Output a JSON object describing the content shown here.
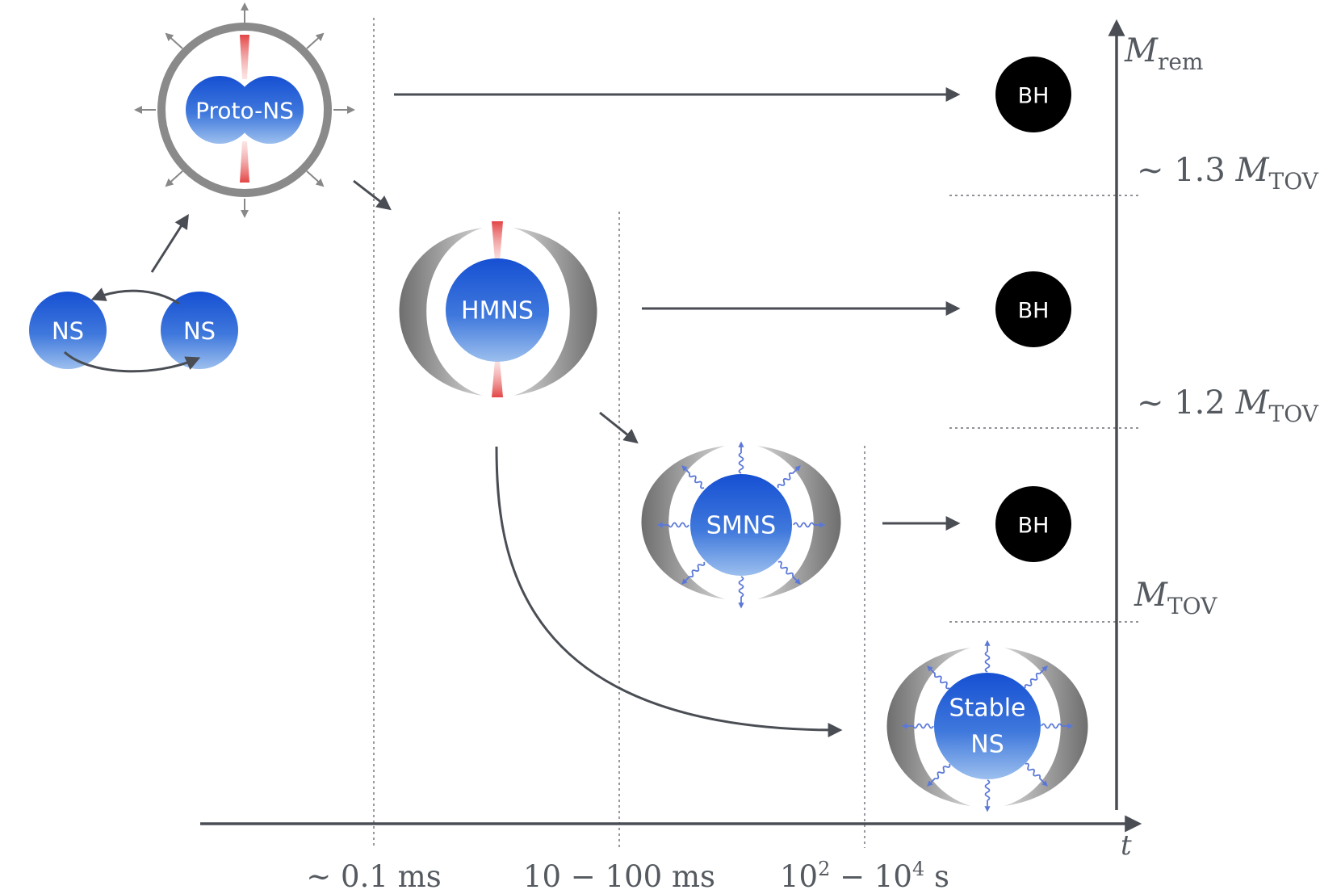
{
  "nodes": {
    "ns_left": "NS",
    "ns_right": "NS",
    "proto_ns": "Proto-NS",
    "hmns": "HMNS",
    "smns": "SMNS",
    "stable_ns_line1": "Stable",
    "stable_ns_line2": "NS",
    "bh_top": "BH",
    "bh_middle": "BH",
    "bh_bottom": "BH"
  },
  "time_axis": {
    "label": "t",
    "ticks": [
      {
        "prefix": "~ 0.1 ms"
      },
      {
        "prefix": "10 − 100 ms"
      },
      {
        "base1": "10",
        "exp1": "2",
        "mid": " − 10",
        "exp2": "4",
        "suffix": " s"
      }
    ]
  },
  "mass_axis": {
    "label_main": "M",
    "label_sub": "rem",
    "thresholds": [
      {
        "prefix": "~ 1.3 ",
        "main": "M",
        "sub": "TOV"
      },
      {
        "prefix": "~ 1.2 ",
        "main": "M",
        "sub": "TOV"
      },
      {
        "prefix": "",
        "main": "M",
        "sub": "TOV"
      }
    ]
  },
  "colors": {
    "ns_blue_top": "#1a52d4",
    "ns_blue_bottom": "#8fb6ea",
    "black_hole": "#000000",
    "ejecta_gray": "#8a8a8a",
    "jet_red": "#e03a3a",
    "wave_blue": "#5b78d8",
    "arrow_gray": "#4a4e54"
  }
}
